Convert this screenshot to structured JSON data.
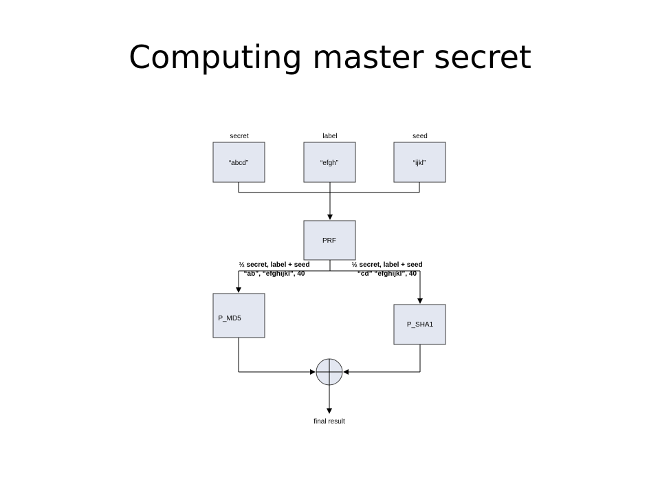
{
  "title": "Computing master secret",
  "inputs": [
    {
      "label": "secret",
      "value": "“abcd”"
    },
    {
      "label": "label",
      "value": "“efgh”"
    },
    {
      "label": "seed",
      "value": "“ijkl”"
    }
  ],
  "prf": "PRF",
  "left_branch": {
    "line1": "½ secret, label + seed",
    "line2": "“ab”, “efghijkl”, 40",
    "box": "P_MD5"
  },
  "right_branch": {
    "line1": "½ secret, label + seed",
    "line2": "“cd” “efghijkl”, 40",
    "box": "P_SHA1"
  },
  "output": "final result"
}
